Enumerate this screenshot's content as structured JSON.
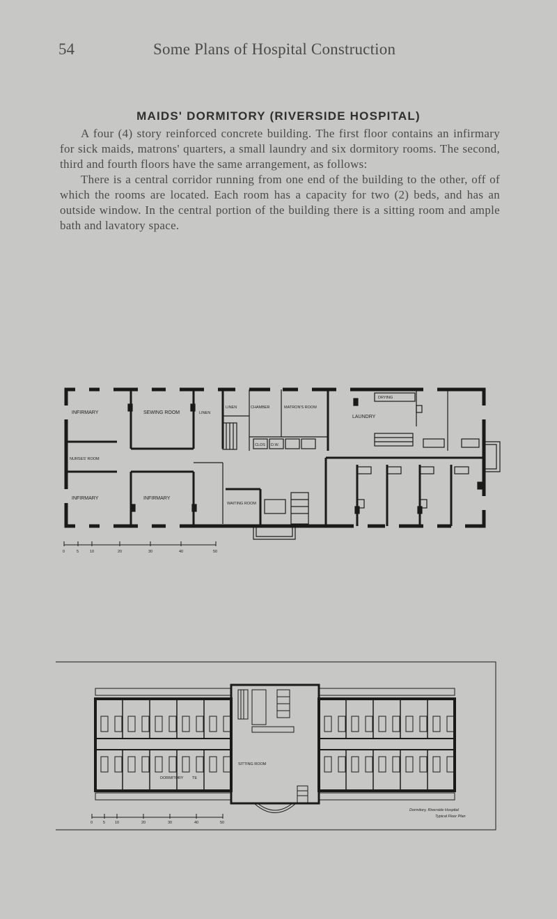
{
  "running_head": {
    "page_number": "54",
    "title": "Some Plans of Hospital Construction"
  },
  "heading": "MAIDS' DORMITORY (RIVERSIDE HOSPITAL)",
  "paragraphs": [
    "A four (4) story reinforced concrete building. The first floor contains an infirmary for sick maids, matrons' quarters, a small laundry and six dormitory rooms. The second, third and fourth floors have the same arrangement, as follows:",
    "There is a central corridor running from one end of the building to the other, off of which the rooms are located. Each room has a capacity for two (2) beds, and has an outside window. In the central portion of the building there is a sitting room and ample bath and lavatory space."
  ],
  "first_floor_plan": {
    "rooms": {
      "infirmary_1": "INFIRMARY",
      "sewing_room": "SEWING ROOM",
      "linen_1": "LINEN",
      "linen_2": "LINEN",
      "chamber": "CHAMBER",
      "matron_room": "MATRON'S ROOM",
      "laundry": "LAUNDRY",
      "drying": "DRYING",
      "nurses_room": "NURSES' ROOM",
      "infirmary_2": "INFIRMARY",
      "infirmary_3": "INFIRMARY",
      "waiting_room": "WAITING ROOM",
      "closet": "CLOS",
      "dw": "D.W."
    },
    "scale_labels": [
      "0",
      "5",
      "10",
      "20",
      "30",
      "40",
      "50"
    ]
  },
  "upper_floor_plan": {
    "rooms": {
      "dormitory_1": "DORMITORY",
      "dormitory_2": "TE",
      "sitting_room": "SITTING ROOM"
    },
    "scale_labels": [
      "0",
      "5",
      "10",
      "20",
      "30",
      "40",
      "50"
    ],
    "caption_line_1": "Dormitory, Riverside Hospital",
    "caption_line_2": "Typical Floor Plan"
  }
}
